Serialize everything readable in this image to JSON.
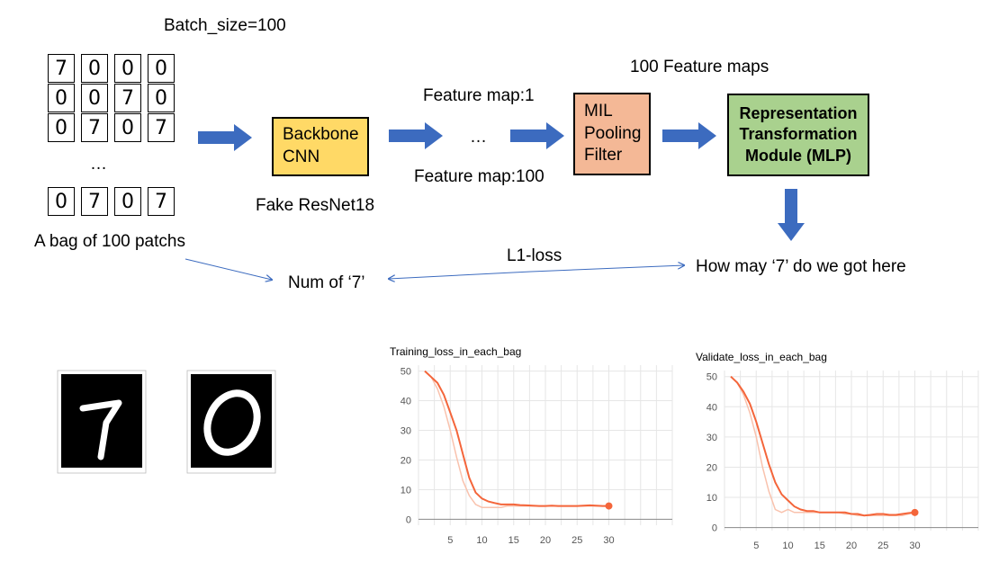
{
  "diagram": {
    "batch_size_label": "Batch_size=100",
    "bag_rows": [
      [
        "7",
        "0",
        "0",
        "0"
      ],
      [
        "0",
        "0",
        "7",
        "0"
      ],
      [
        "0",
        "7",
        "0",
        "7"
      ]
    ],
    "bag_ellipsis": "…",
    "bag_last_row": [
      "0",
      "7",
      "0",
      "7"
    ],
    "bag_caption": "A bag of 100 patchs",
    "backbone_line1": "Backbone",
    "backbone_line2": "CNN",
    "backbone_caption": "Fake ResNet18",
    "feature_map_first": "Feature map:1",
    "feature_map_ellipsis": "…",
    "feature_map_last": "Feature map:100",
    "feature_maps_count": "100 Feature maps",
    "mil_line1": "MIL",
    "mil_line2": "Pooling",
    "mil_line3": "Filter",
    "rtm_line1": "Representation",
    "rtm_line2": "Transformation",
    "rtm_line3": "Module (MLP)",
    "num_label": "Num of ‘7’",
    "loss_label": "L1-loss",
    "output_label": "How may ‘7’ do we got here",
    "colors": {
      "arrow_blue": "#3c6bbf",
      "backbone_fill": "#ffd966",
      "mil_fill": "#f4b896",
      "rtm_fill": "#a9d18e",
      "line_main": "#f4653a",
      "line_raw": "#f9c2ad"
    }
  },
  "chart_data": [
    {
      "type": "line",
      "title": "Training_loss_in_each_bag",
      "xlim": [
        0,
        40
      ],
      "ylim": [
        -2,
        52
      ],
      "xticks": [
        5,
        10,
        15,
        20,
        25,
        30
      ],
      "yticks": [
        0,
        10,
        20,
        30,
        40,
        50
      ],
      "grid": true,
      "series": [
        {
          "values_x": [
            1,
            2,
            3,
            4,
            5,
            6,
            7,
            8,
            9,
            10,
            11,
            12,
            13,
            14,
            15,
            16,
            17,
            18,
            19,
            20,
            21,
            22,
            23,
            24,
            25,
            26,
            27,
            28,
            29,
            30
          ],
          "values_y": [
            50,
            48,
            44,
            38,
            30,
            21,
            13,
            8,
            5,
            4,
            4,
            4,
            4,
            4.5,
            4.5,
            4.5,
            4.5,
            4.5,
            4.5,
            4.5,
            4.5,
            4.5,
            4.5,
            4.5,
            4.5,
            4.5,
            4.5,
            4.5,
            4.5,
            4.5
          ]
        },
        {
          "values_x": [
            1,
            2,
            3,
            4,
            5,
            6,
            7,
            8,
            9,
            10,
            11,
            12,
            13,
            14,
            15,
            16,
            17,
            18,
            19,
            20,
            21,
            22,
            23,
            24,
            25,
            26,
            27,
            28,
            29,
            30
          ],
          "values_y": [
            50,
            48,
            46,
            42,
            36,
            30,
            22,
            14,
            9,
            7,
            6,
            5.5,
            5,
            5,
            5,
            4.8,
            4.7,
            4.6,
            4.5,
            4.5,
            4.6,
            4.5,
            4.5,
            4.5,
            4.5,
            4.6,
            4.7,
            4.6,
            4.5,
            4.5
          ]
        }
      ]
    },
    {
      "type": "line",
      "title": "Validate_loss_in_each_bag",
      "xlim": [
        0,
        40
      ],
      "ylim": [
        -1,
        52
      ],
      "xticks": [
        5,
        10,
        15,
        20,
        25,
        30
      ],
      "yticks": [
        0,
        10,
        20,
        30,
        40,
        50
      ],
      "grid": true,
      "series": [
        {
          "values_x": [
            1,
            2,
            3,
            4,
            5,
            6,
            7,
            8,
            9,
            10,
            11,
            12,
            13,
            14,
            15,
            16,
            17,
            18,
            19,
            20,
            21,
            22,
            23,
            24,
            25,
            26,
            27,
            28,
            29,
            30
          ],
          "values_y": [
            50,
            48,
            44,
            38,
            30,
            20,
            12,
            6,
            5,
            6,
            5,
            5,
            5,
            5,
            5,
            5,
            5,
            5,
            4.5,
            4.5,
            4,
            4,
            4,
            4,
            4,
            4,
            4,
            4,
            4.5,
            5
          ]
        },
        {
          "values_x": [
            1,
            2,
            3,
            4,
            5,
            6,
            7,
            8,
            9,
            10,
            11,
            12,
            13,
            14,
            15,
            16,
            17,
            18,
            19,
            20,
            21,
            22,
            23,
            24,
            25,
            26,
            27,
            28,
            29,
            30
          ],
          "values_y": [
            50,
            48,
            45,
            41,
            35,
            28,
            21,
            15,
            11,
            9,
            7,
            6,
            5.5,
            5.5,
            5,
            5,
            5,
            5,
            5,
            4.5,
            4.5,
            4,
            4.2,
            4.5,
            4.5,
            4.2,
            4.2,
            4.5,
            4.8,
            5
          ]
        }
      ]
    }
  ]
}
